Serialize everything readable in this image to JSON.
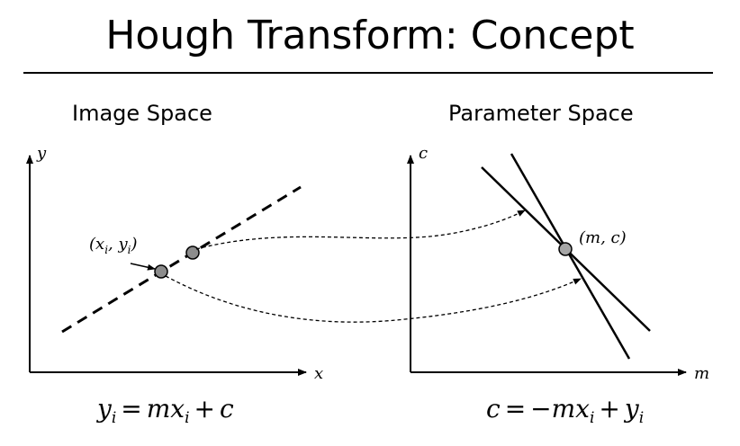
{
  "title": "Hough Transform: Concept",
  "image_space": {
    "heading": "Image Space",
    "axis_x": "x",
    "axis_y": "y",
    "point_label": "(x_i, y_i)",
    "equation": {
      "lhs": "y",
      "lhs_sub": "i",
      "eq": "=",
      "term1": "mx",
      "term1_sub": "i",
      "plus": "+",
      "term2": "c"
    }
  },
  "parameter_space": {
    "heading": "Parameter Space",
    "axis_x": "m",
    "axis_y": "c",
    "point_label": "(m, c)",
    "equation": {
      "lhs": "c",
      "eq": "=",
      "term1": "−mx",
      "term1_sub": "i",
      "plus": "+",
      "term2": "y",
      "term2_sub": "i"
    }
  },
  "colors": {
    "point_fill": "#a6a6a6",
    "line": "#000000"
  }
}
